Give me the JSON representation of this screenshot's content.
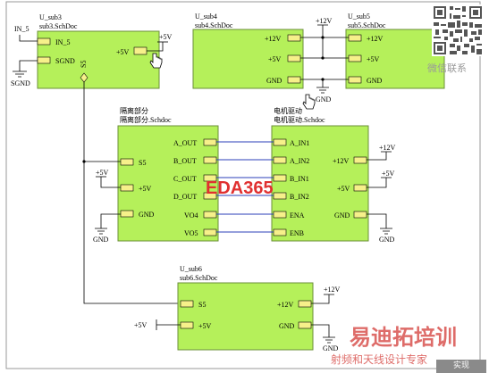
{
  "watermarks": {
    "eda": "EDA365",
    "cn_main": "易迪拓培训",
    "cn_sub": "射频和天线设计专家",
    "wechat": "微信联系"
  },
  "fullscreen_label": "实现",
  "colors": {
    "block_fill": "#b5f05a",
    "pin_fill": "#f6f08a",
    "bus_wire": "#2b3fb8",
    "watermark_red": "#d9534f"
  },
  "sheets": {
    "sub3": {
      "designator": "U_sub3",
      "file": "sub3.SchDoc",
      "pins": [
        "IN_5",
        "SGND",
        "+5V",
        "S5"
      ]
    },
    "sub4": {
      "designator": "U_sub4",
      "file": "sub4.SchDoc",
      "pins": [
        "+12V",
        "+5V",
        "GND"
      ]
    },
    "sub5": {
      "designator": "U_sub5",
      "file": "sub5.SchDoc",
      "pins": [
        "+12V",
        "+5V",
        "GND"
      ]
    },
    "sep": {
      "designator": "隔离部分",
      "file": "隔离部分.Schdoc",
      "pins_left": [
        "S5",
        "+5V",
        "GND"
      ],
      "pins_right": [
        "A_OUT",
        "B_OUT",
        "C_OUT",
        "D_OUT",
        "VO4",
        "VO5"
      ]
    },
    "motor": {
      "designator": "电机驱动",
      "file": "电机驱动.Schdoc",
      "pins_left": [
        "A_IN1",
        "A_IN2",
        "B_IN1",
        "B_IN2",
        "ENA",
        "ENB"
      ],
      "pins_right": [
        "+12V",
        "+5V",
        "GND"
      ]
    },
    "sub6": {
      "designator": "U_sub6",
      "file": "sub6.SchDoc",
      "pins_left": [
        "S5",
        "+5V"
      ],
      "pins_right": [
        "+12V",
        "GND"
      ]
    }
  },
  "net_labels": {
    "in5": "IN_5",
    "sgnd": "SGND",
    "p5v": "+5V",
    "p12v": "+12V",
    "gnd": "GND"
  }
}
